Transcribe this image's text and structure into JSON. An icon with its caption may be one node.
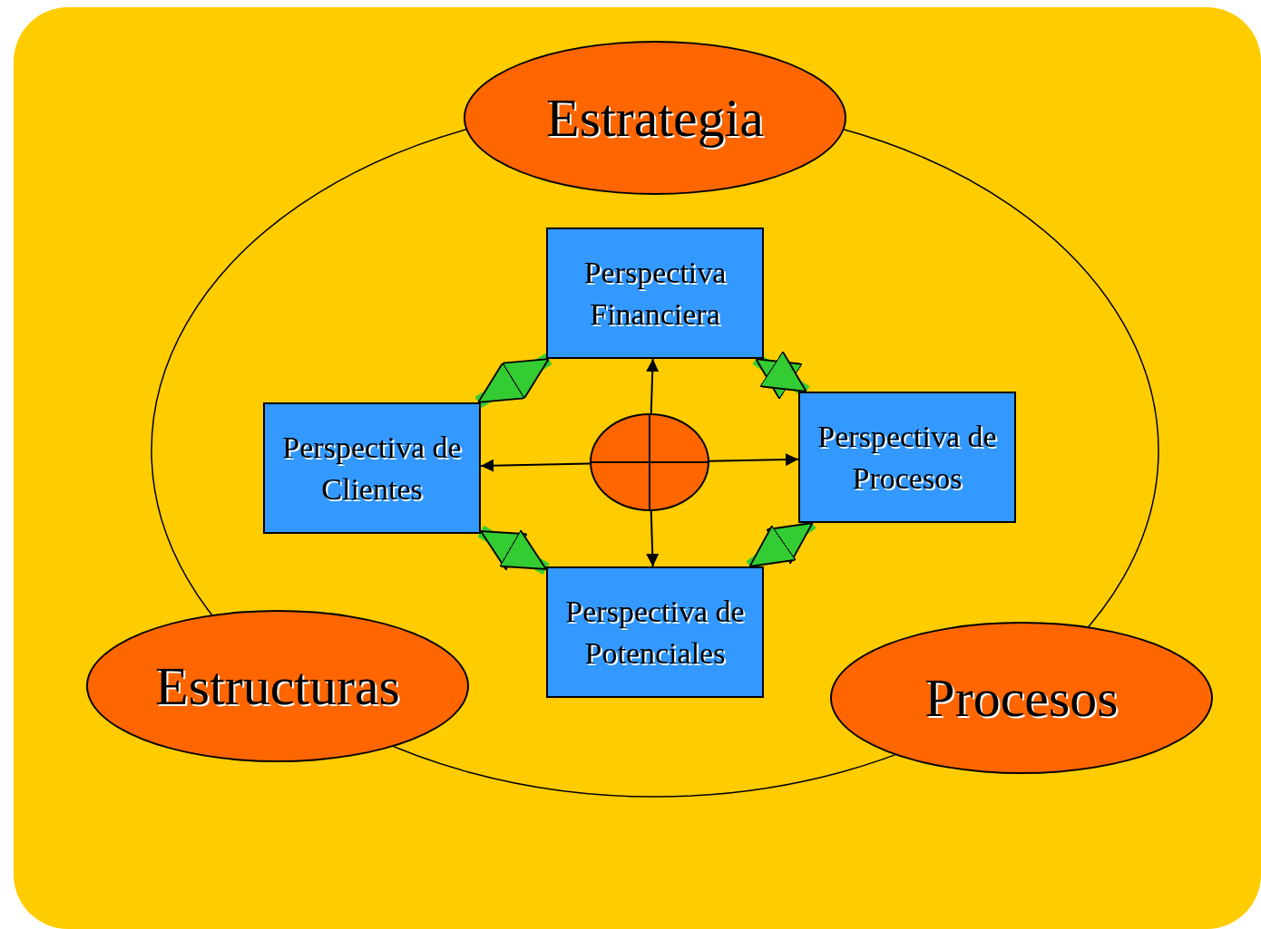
{
  "diagram": {
    "nodes": [
      {
        "text": [
          "Estrategia"
        ]
      },
      {
        "text": [
          "Estructuras"
        ]
      },
      {
        "text": [
          "Procesos"
        ]
      },
      {
        "text": [
          "Perspectiva Financiera"
        ]
      },
      {
        "text": [
          "Perspectiva de Clientes"
        ]
      },
      {
        "text": [
          "Perspectiva de Procesos"
        ]
      },
      {
        "text": [
          "Perspectiva de Potenciales"
        ]
      },
      {
        "text": [],
        "shape": "ellipse"
      }
    ],
    "edges": [
      {
        "from": 3,
        "to": 4,
        "arrow": "both",
        "style": "thick",
        "color": "#33cc33"
      },
      {
        "from": 3,
        "to": 5,
        "arrow": "both",
        "style": "thick",
        "color": "#33cc33"
      },
      {
        "from": 4,
        "to": 6,
        "arrow": "both",
        "style": "thick",
        "color": "#33cc33"
      },
      {
        "from": 5,
        "to": 6,
        "arrow": "both",
        "style": "thick",
        "color": "#33cc33"
      },
      {
        "from": 7,
        "to": 3,
        "arrow": "to",
        "color": "#000000"
      },
      {
        "from": 7,
        "to": 4,
        "arrow": "to",
        "color": "#000000"
      },
      {
        "from": 7,
        "to": 5,
        "arrow": "to",
        "color": "#000000"
      },
      {
        "from": 7,
        "to": 6,
        "arrow": "to",
        "color": "#000000"
      }
    ]
  }
}
